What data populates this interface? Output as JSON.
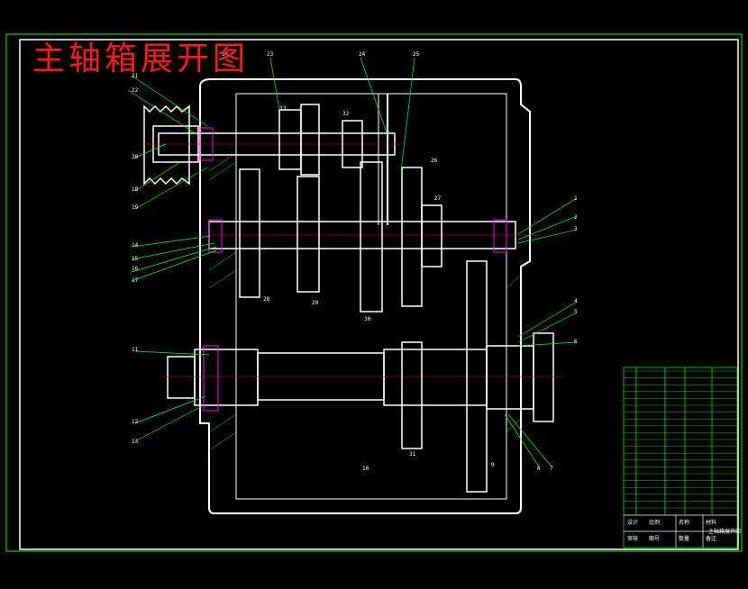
{
  "drawing": {
    "title": "主轴箱展开图",
    "colors": {
      "background": "#000000",
      "frame": "#00ff00",
      "outline": "#ffffff",
      "leader": "#00ff00",
      "centerline": "#ff0000",
      "accent": "#ff00ff",
      "title": "#ff1a1a"
    },
    "callouts": [
      "1",
      "2",
      "3",
      "4",
      "5",
      "6",
      "7",
      "8",
      "9",
      "10",
      "11",
      "12",
      "13",
      "14",
      "15",
      "16",
      "17",
      "18",
      "19",
      "20",
      "21",
      "22",
      "23",
      "24",
      "25",
      "26",
      "27",
      "28",
      "29",
      "30",
      "31",
      "32",
      "33",
      "34"
    ],
    "title_block_cells": [
      "名称",
      "材料",
      "数量",
      "备注",
      "设计",
      "审核",
      "比例",
      "图号",
      "主轴箱展开图"
    ]
  }
}
